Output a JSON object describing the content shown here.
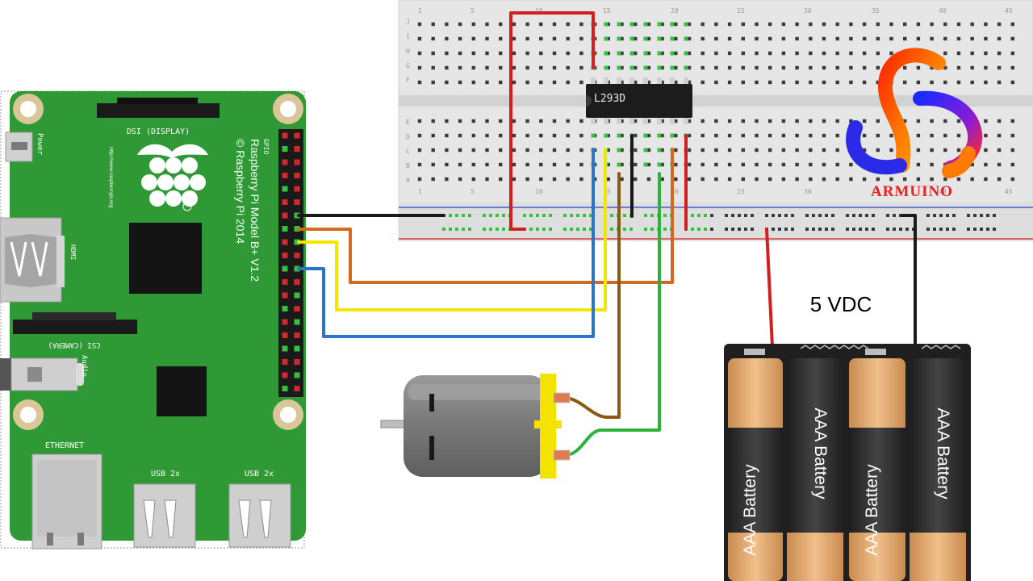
{
  "raspberry_pi": {
    "model_line1": "Raspberry Pi Model B+ V1.2",
    "model_line2": "© Raspberry Pi 2014",
    "url": "http://www.raspberrypi.org",
    "gpio_label": "GPIO",
    "dsi_label": "DSI (DISPLAY)",
    "csi_label": "CSI (CAMERA)",
    "hdmi_label": "HDMI",
    "power_label": "Power",
    "audio_label": "Audio",
    "ethernet_label": "ETHERNET",
    "usb1_label": "USB 2x",
    "usb2_label": "USB 2x"
  },
  "breadboard": {
    "row_letters_top": [
      "J",
      "I",
      "H",
      "G",
      "F"
    ],
    "row_letters_bottom": [
      "E",
      "D",
      "C",
      "B",
      "A"
    ],
    "column_numbers": [
      "1",
      "5",
      "10",
      "15",
      "20",
      "25",
      "30",
      "35",
      "40",
      "45"
    ]
  },
  "chip": {
    "label": "L293D"
  },
  "logo": {
    "text": "ARMUINO"
  },
  "battery": {
    "voltage_label": "5 VDC",
    "cell_label": "AAA Battery"
  },
  "colors": {
    "pi_board": "#2f9a35",
    "wire_black": "#1a1a1a",
    "wire_orange": "#d2691e",
    "wire_yellow": "#f2e600",
    "wire_blue": "#2a74c9",
    "wire_red": "#d21f1f",
    "wire_brown": "#8b5a12",
    "wire_green": "#2db33a",
    "motor_cap": "#f4e200"
  }
}
